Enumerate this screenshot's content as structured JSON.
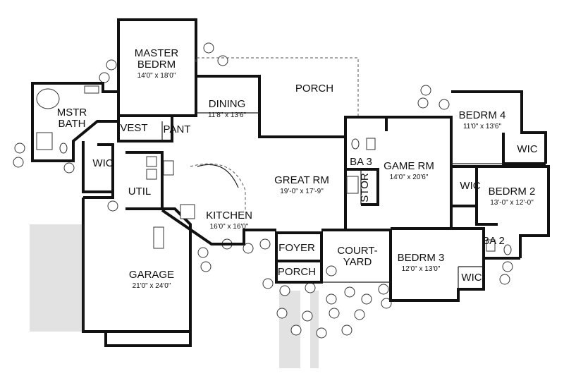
{
  "rooms": [
    {
      "id": "master-bedroom",
      "lines": [
        "MASTER",
        "BEDRM"
      ],
      "dims": "14'0\" x 18'0\""
    },
    {
      "id": "master-bath",
      "lines": [
        "MSTR",
        "BATH"
      ],
      "dims": ""
    },
    {
      "id": "vest",
      "lines": [
        "VEST"
      ],
      "dims": ""
    },
    {
      "id": "pantry",
      "lines": [
        "PANT"
      ],
      "dims": ""
    },
    {
      "id": "dining",
      "lines": [
        "DINING"
      ],
      "dims": "11'8\" x 13'6\""
    },
    {
      "id": "porch-rear",
      "lines": [
        "PORCH"
      ],
      "dims": ""
    },
    {
      "id": "wic-master",
      "lines": [
        "WIC"
      ],
      "dims": ""
    },
    {
      "id": "utility",
      "lines": [
        "UTIL"
      ],
      "dims": ""
    },
    {
      "id": "great-room",
      "lines": [
        "GREAT RM"
      ],
      "dims": "19'-0\" x 17'-9\""
    },
    {
      "id": "bath-3",
      "lines": [
        "BA 3"
      ],
      "dims": ""
    },
    {
      "id": "storage",
      "lines": [
        "STOR"
      ],
      "dims": ""
    },
    {
      "id": "game-room",
      "lines": [
        "GAME RM"
      ],
      "dims": "14'0\" x 20'6\""
    },
    {
      "id": "bedroom-4",
      "lines": [
        "BEDRM 4"
      ],
      "dims": "11'0\" x 13'6\""
    },
    {
      "id": "wic-bedroom-4",
      "lines": [
        "WIC"
      ],
      "dims": ""
    },
    {
      "id": "wic-bedroom-2",
      "lines": [
        "WIC"
      ],
      "dims": ""
    },
    {
      "id": "bedroom-2",
      "lines": [
        "BEDRM 2"
      ],
      "dims": "13'-0\" x 12'-0\""
    },
    {
      "id": "kitchen",
      "lines": [
        "KITCHEN"
      ],
      "dims": "16'0\" x 16'0\""
    },
    {
      "id": "foyer",
      "lines": [
        "FOYER"
      ],
      "dims": ""
    },
    {
      "id": "courtyard",
      "lines": [
        "COURT-",
        "YARD"
      ],
      "dims": ""
    },
    {
      "id": "bedroom-3",
      "lines": [
        "BEDRM 3"
      ],
      "dims": "12'0\" x 13'0\""
    },
    {
      "id": "bath-2",
      "lines": [
        "BA 2"
      ],
      "dims": ""
    },
    {
      "id": "wic-bedroom-3",
      "lines": [
        "WIC"
      ],
      "dims": ""
    },
    {
      "id": "porch-front",
      "lines": [
        "PORCH"
      ],
      "dims": ""
    },
    {
      "id": "garage",
      "lines": [
        "GARAGE"
      ],
      "dims": "21'0\" x 24'0\""
    }
  ]
}
